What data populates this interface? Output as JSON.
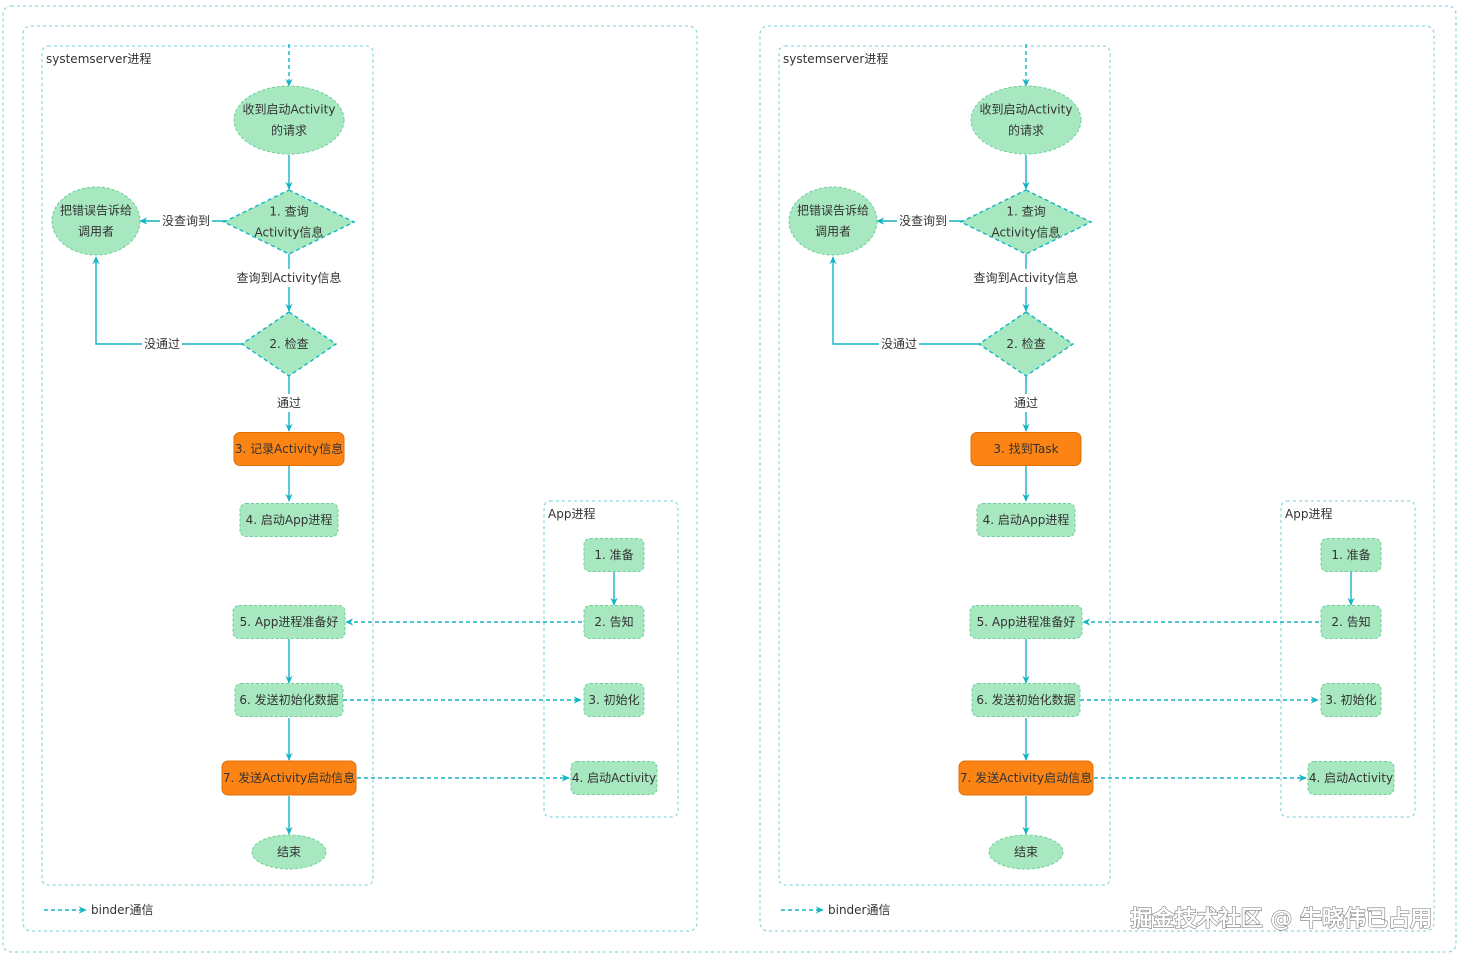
{
  "colors": {
    "accent": "#13b4c4",
    "node_fill": "#a8e8c0",
    "node_stroke": "#6ccf9a",
    "highlight_fill": "#fb8414",
    "highlight_stroke": "#e0700a",
    "frame": "#6fcfd8"
  },
  "watermark": "掘金技术社区 @ 牛晓伟已占用",
  "panels": [
    {
      "system_label": "systemserver进程",
      "app_label": "App进程",
      "legend": "binder通信",
      "nodes": {
        "request": [
          "收到启动Activity",
          "的请求"
        ],
        "query": [
          "1. 查询",
          "Activity信息"
        ],
        "error": [
          "把错误告诉给",
          "调用者"
        ],
        "check": "2. 检查",
        "step3": "3. 记录Activity信息",
        "step4": "4. 启动App进程",
        "step5": "5. App进程准备好",
        "step6": "6. 发送初始化数据",
        "step7": "7. 发送Activity启动信息",
        "end": "结束",
        "app1": "1. 准备",
        "app2": "2. 告知",
        "app3": "3. 初始化",
        "app4": "4. 启动Activity"
      },
      "edges": {
        "not_found": "没查询到",
        "found": "查询到Activity信息",
        "failed": "没通过",
        "passed": "通过"
      }
    },
    {
      "system_label": "systemserver进程",
      "app_label": "App进程",
      "legend": "binder通信",
      "nodes": {
        "request": [
          "收到启动Activity",
          "的请求"
        ],
        "query": [
          "1. 查询",
          "Activity信息"
        ],
        "error": [
          "把错误告诉给",
          "调用者"
        ],
        "check": "2. 检查",
        "step3": "3. 找到Task",
        "step4": "4. 启动App进程",
        "step5": "5. App进程准备好",
        "step6": "6. 发送初始化数据",
        "step7": "7. 发送Activity启动信息",
        "end": "结束",
        "app1": "1. 准备",
        "app2": "2. 告知",
        "app3": "3. 初始化",
        "app4": "4. 启动Activity"
      },
      "edges": {
        "not_found": "没查询到",
        "found": "查询到Activity信息",
        "failed": "没通过",
        "passed": "通过"
      }
    }
  ]
}
